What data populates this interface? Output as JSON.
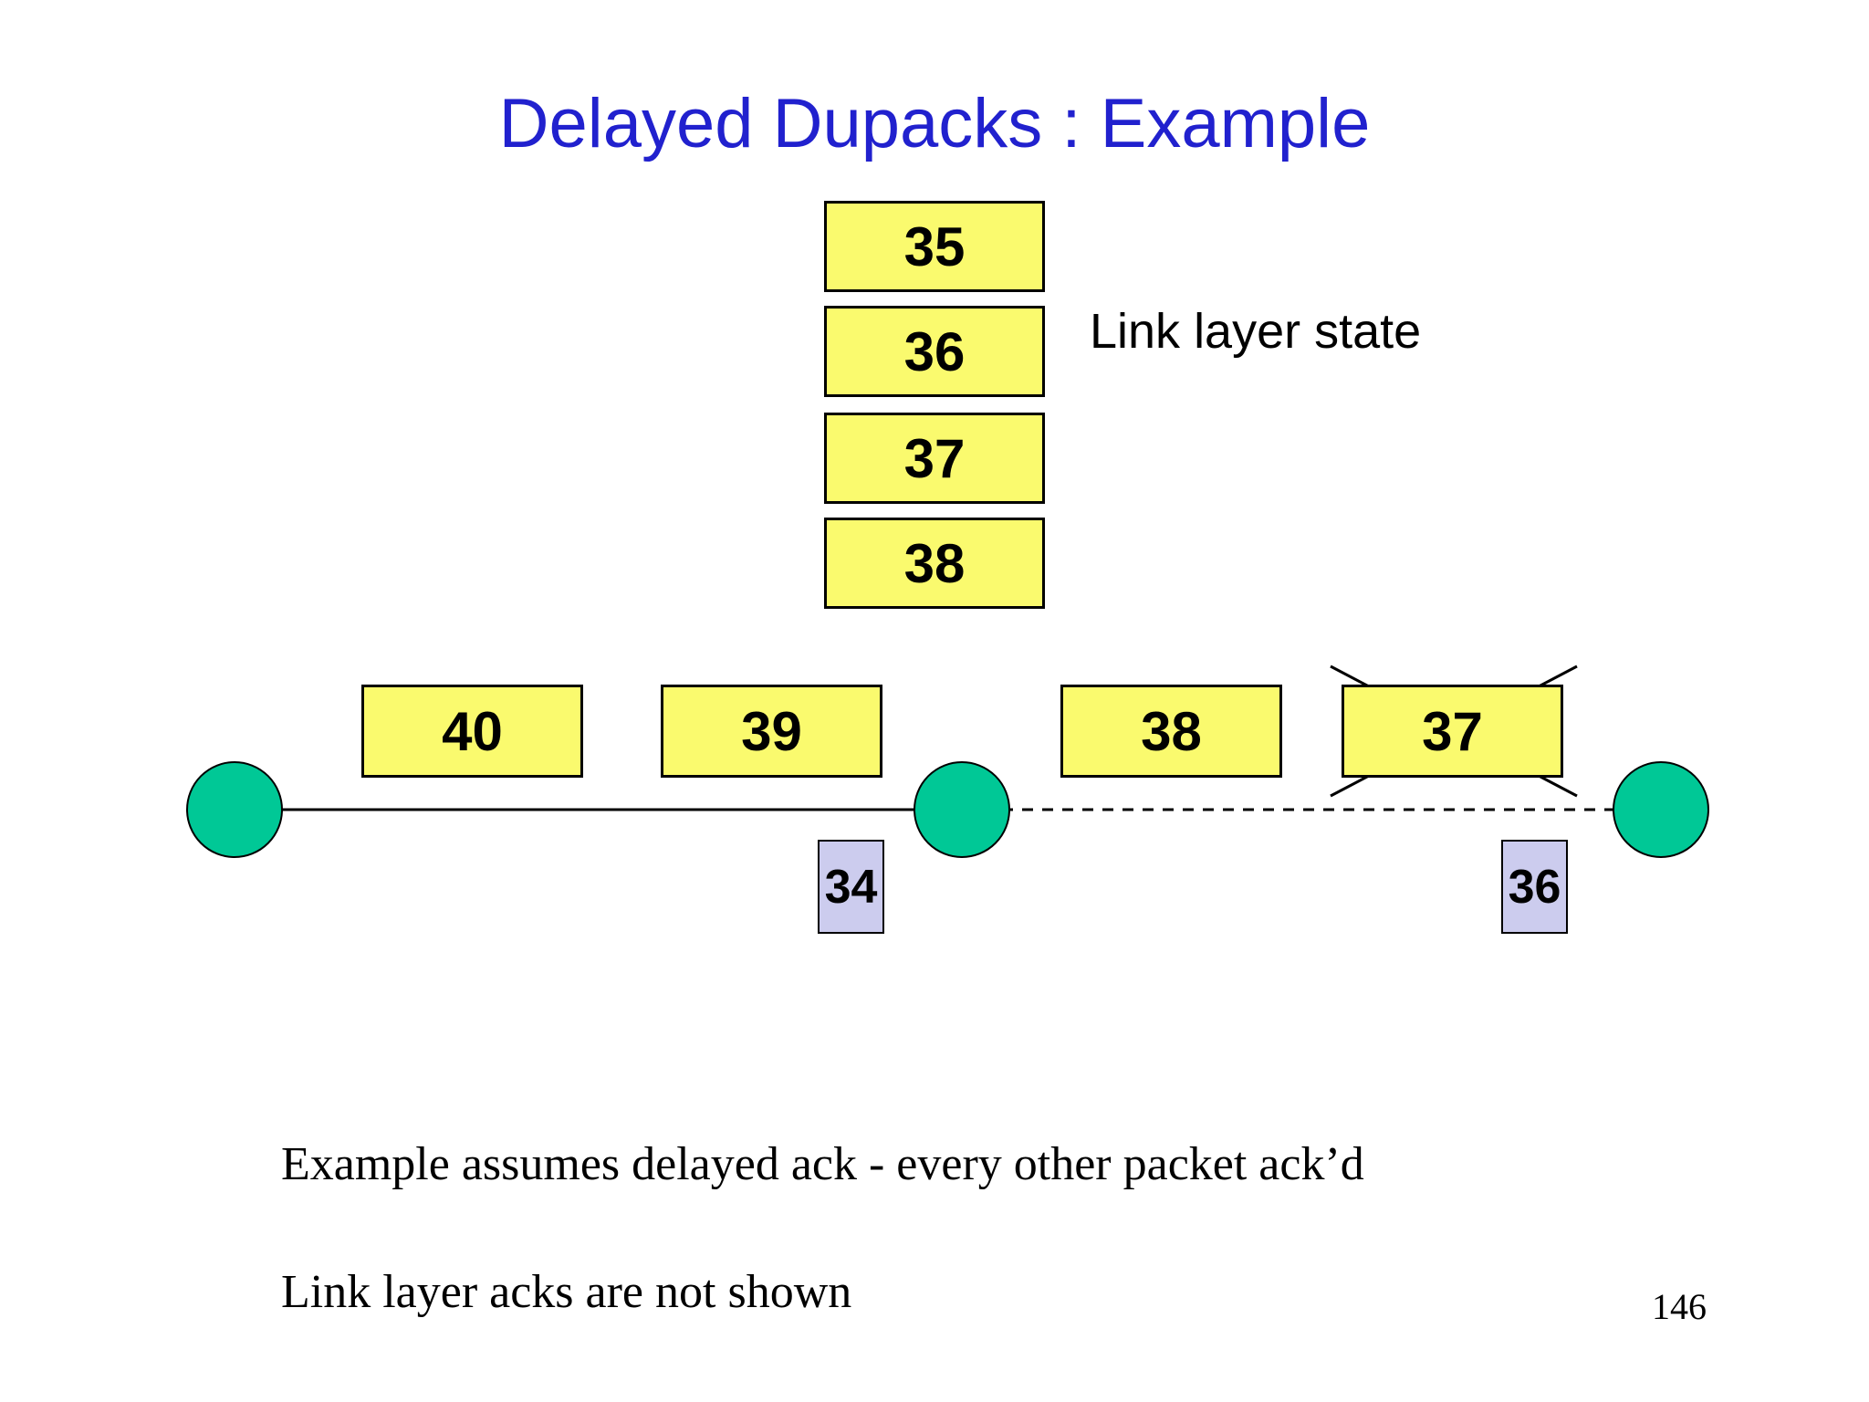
{
  "slide": {
    "title": "Delayed Dupacks : Example",
    "page_number": "146",
    "notes": [
      "Example assumes delayed ack - every other packet ack’d",
      "Link layer acks are not shown"
    ]
  },
  "link_layer_state": {
    "label": "Link layer state",
    "boxes": [
      {
        "label": "35"
      },
      {
        "label": "36"
      },
      {
        "label": "37"
      },
      {
        "label": "38"
      }
    ]
  },
  "flow": {
    "packets": [
      {
        "label": "40",
        "crossed_out": false
      },
      {
        "label": "39",
        "crossed_out": false
      },
      {
        "label": "38",
        "crossed_out": false
      },
      {
        "label": "37",
        "crossed_out": true
      }
    ],
    "acks": [
      {
        "label": "34"
      },
      {
        "label": "36"
      }
    ]
  },
  "colors": {
    "title_blue": "#2121CE",
    "packet_yellow": "#FAFA6E",
    "node_green": "#00C896",
    "ack_lavender": "#CCCCEE",
    "line_black": "#000000",
    "background": "#FFFFFF"
  }
}
